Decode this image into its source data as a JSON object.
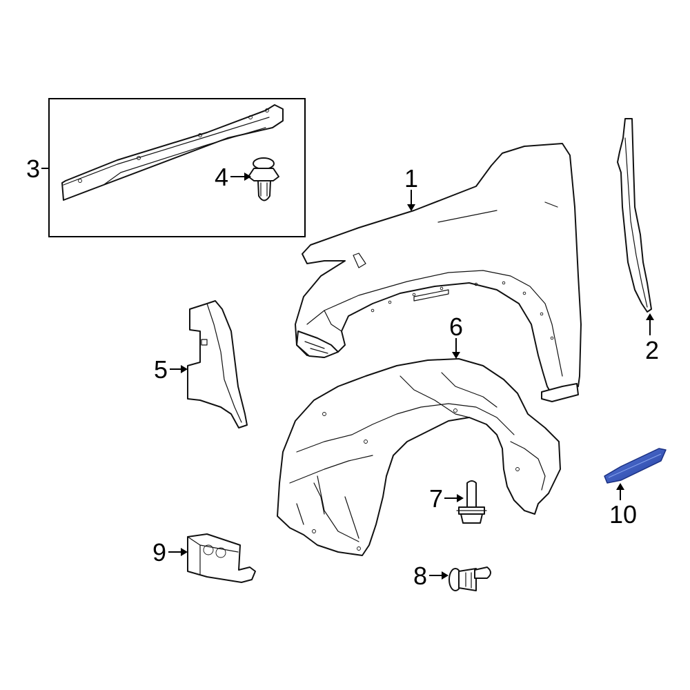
{
  "callouts": {
    "c1": "1",
    "c2": "2",
    "c3": "3",
    "c4": "4",
    "c5": "5",
    "c6": "6",
    "c7": "7",
    "c8": "8",
    "c9": "9",
    "c10": "10"
  },
  "colors": {
    "line": "#111111",
    "highlight": "#2f4fb8"
  },
  "highlighted_part": "10"
}
